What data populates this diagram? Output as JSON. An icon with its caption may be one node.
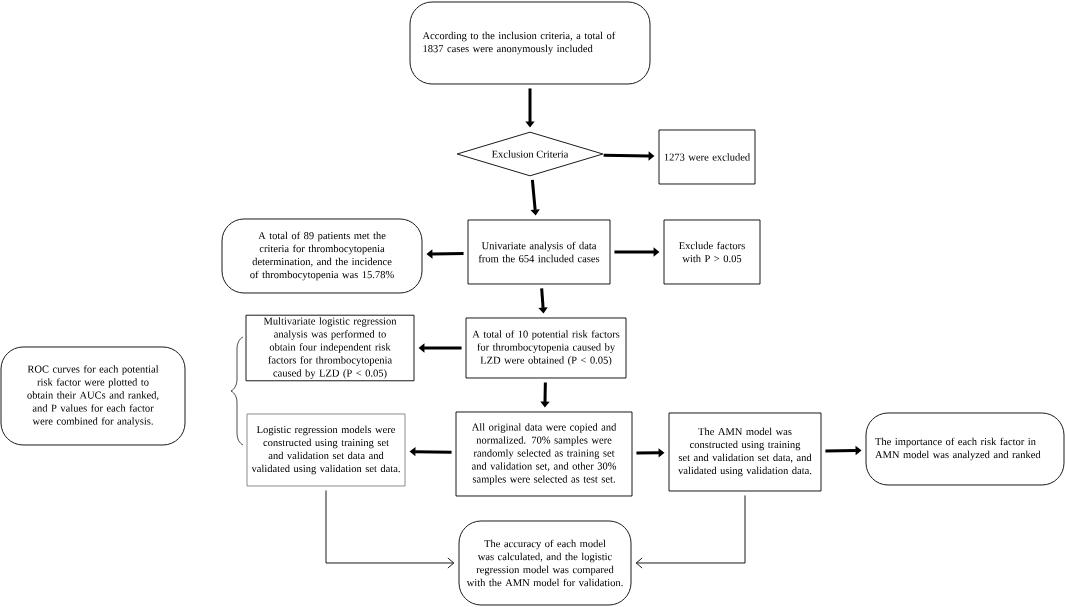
{
  "diagram": {
    "nodes": [
      {
        "text": [
          "According to the inclusion criteria, a total of 1837 cases were anonymously included"
        ]
      },
      {
        "text": [
          "Exclusion Criteria"
        ]
      },
      {
        "text": [
          "1273 were excluded"
        ]
      },
      {
        "text": [
          "A total of 89 patients met the criteria for thrombocytopenia determination, and the incidence of thrombocytopenia was 15.78%"
        ]
      },
      {
        "text": [
          "Univariate analysis of data from the 654 included cases"
        ]
      },
      {
        "text": [
          "Exclude factors with P > 0.05"
        ]
      },
      {
        "text": [
          "Multivariate logistic regression analysis was performed to obtain four independent risk factors for thrombocytopenia caused by LZD (P < 0.05)"
        ]
      },
      {
        "text": [
          "A total of 10 potential risk factors for thrombocytopenia caused by LZD were obtained (P < 0.05)"
        ]
      },
      {
        "text": [
          "ROC curves for each potential risk factor were plotted to obtain their AUCs and ranked, and P values for each factor were combined for analysis."
        ]
      },
      {
        "text": [
          "Logistic regression models were constructed using training set and validation set data and validated using validation set data."
        ]
      },
      {
        "text": [
          "All original data were copied and normalized. 70% samples were randomly selected as training set and validation set, and other 30% samples were selected as test set."
        ]
      },
      {
        "text": [
          "The AMN model was constructed using training set and validation set data, and validated using validation data."
        ]
      },
      {
        "text": [
          "The importance of each risk factor in AMN model was analyzed and ranked"
        ]
      },
      {
        "text": [
          "The accuracy of each model was calculated, and the logistic regression model was compared with the AMN model for validation."
        ]
      }
    ],
    "edges": [
      {
        "from": 0,
        "to": 1,
        "arrow": "to"
      },
      {
        "from": 1,
        "to": 2,
        "arrow": "to"
      },
      {
        "from": 1,
        "to": 4,
        "arrow": "to"
      },
      {
        "from": 4,
        "to": 3,
        "arrow": "to"
      },
      {
        "from": 4,
        "to": 5,
        "arrow": "to"
      },
      {
        "from": 4,
        "to": 7,
        "arrow": "to"
      },
      {
        "from": 7,
        "to": 6,
        "arrow": "to"
      },
      {
        "from": 7,
        "to": 10,
        "arrow": "to"
      },
      {
        "from": 10,
        "to": 9,
        "arrow": "to"
      },
      {
        "from": 10,
        "to": 11,
        "arrow": "to"
      },
      {
        "from": 11,
        "to": 12,
        "arrow": "to"
      },
      {
        "from": 9,
        "to": 13,
        "arrow": "to"
      },
      {
        "from": 11,
        "to": 13,
        "arrow": "to"
      }
    ]
  }
}
